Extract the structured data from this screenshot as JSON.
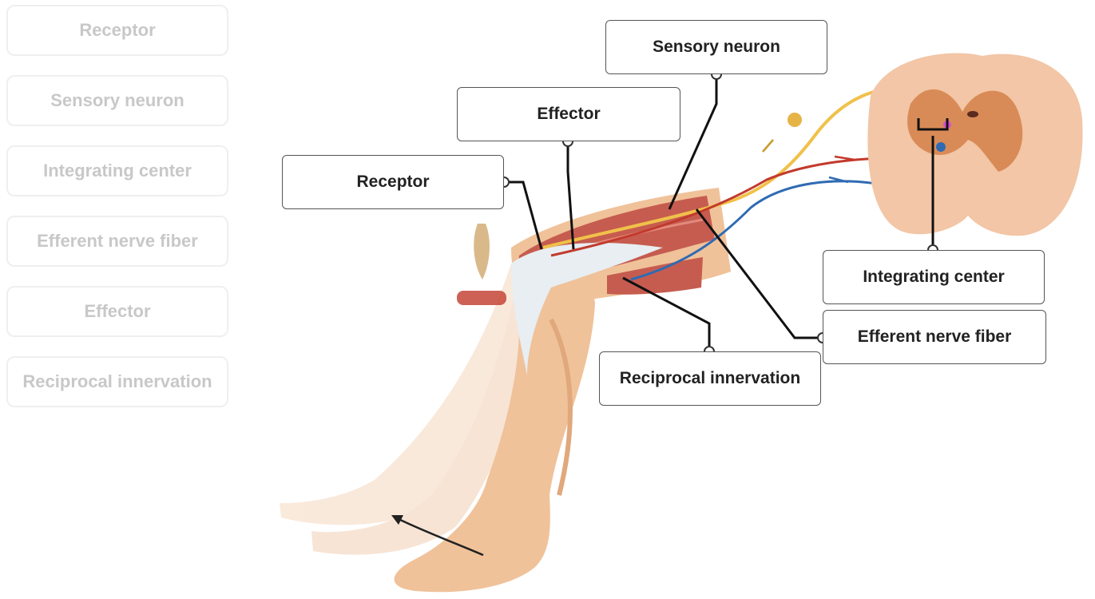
{
  "bank": {
    "items": [
      {
        "label": "Receptor"
      },
      {
        "label": "Sensory neuron"
      },
      {
        "label": "Integrating center"
      },
      {
        "label": "Efferent nerve fiber"
      },
      {
        "label": "Effector"
      },
      {
        "label": "Reciprocal innervation"
      }
    ]
  },
  "diagram": {
    "labels": {
      "sensory_neuron": "Sensory neuron",
      "effector": "Effector",
      "receptor": "Receptor",
      "integrating_center": "Integrating center",
      "efferent_nerve_fiber": "Efferent nerve fiber",
      "reciprocal_innervation": "Reciprocal innervation"
    },
    "colors": {
      "skin": "#f0c29a",
      "muscle": "#c65c4f",
      "tendon": "#e8eef2",
      "sensory_nerve": "#f0c14a",
      "motor_nerve": "#c23a2c",
      "inhibitory_nerve": "#2f6bb3",
      "spinal_cord": "#f2c6a6",
      "gray_matter": "#d98b57"
    }
  }
}
